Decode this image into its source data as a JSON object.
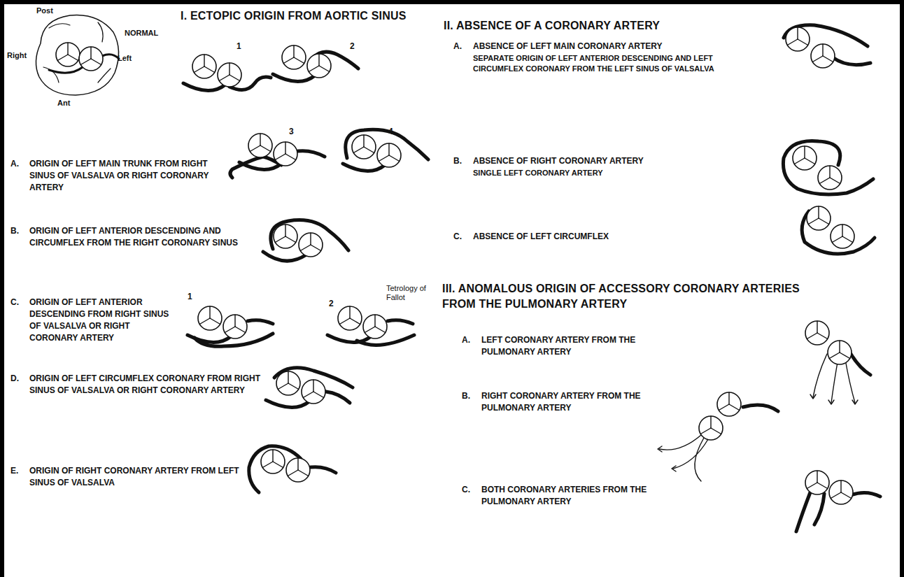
{
  "diagram": {
    "labels": [
      "I. ECTOPIC ORIGIN FROM AORTIC SINUS",
      "Post",
      "NORMAL",
      "Right",
      "Left",
      "Ant",
      "1",
      "2",
      "A.",
      "ORIGIN OF LEFT MAIN TRUNK FROM RIGHT SINUS OF VALSALVA OR RIGHT CORONARY ARTERY",
      "3",
      "4",
      "B.",
      "ORIGIN OF LEFT ANTERIOR DESCENDING AND CIRCUMFLEX FROM THE RIGHT CORONARY SINUS",
      "C.",
      "ORIGIN OF LEFT ANTERIOR DESCENDING FROM RIGHT SINUS OF VALSALVA OR RIGHT CORONARY ARTERY",
      "1",
      "2",
      "Tetrology of Fallot",
      "D.",
      "ORIGIN OF LEFT CIRCUMFLEX CORONARY FROM RIGHT SINUS OF VALSALVA OR RIGHT CORONARY ARTERY",
      "E.",
      "ORIGIN OF RIGHT CORONARY ARTERY FROM LEFT SINUS OF VALSALVA",
      "II. ABSENCE OF A CORONARY ARTERY",
      "A.",
      "ABSENCE OF LEFT MAIN CORONARY ARTERY",
      "SEPARATE ORIGIN OF LEFT ANTERIOR DESCENDING AND LEFT CIRCUMFLEX CORONARY FROM THE LEFT SINUS OF VALSALVA",
      "B.",
      "ABSENCE OF RIGHT CORONARY ARTERY",
      "SINGLE LEFT CORONARY ARTERY",
      "C.",
      "ABSENCE OF LEFT CIRCUMFLEX",
      "III. ANOMALOUS ORIGIN OF ACCESSORY CORONARY ARTERIES FROM THE PULMONARY ARTERY",
      "A.",
      "LEFT CORONARY ARTERY FROM THE PULMONARY ARTERY",
      "B.",
      "RIGHT CORONARY ARTERY FROM THE PULMONARY ARTERY",
      "C.",
      "BOTH CORONARY ARTERIES FROM THE PULMONARY ARTERY"
    ]
  }
}
